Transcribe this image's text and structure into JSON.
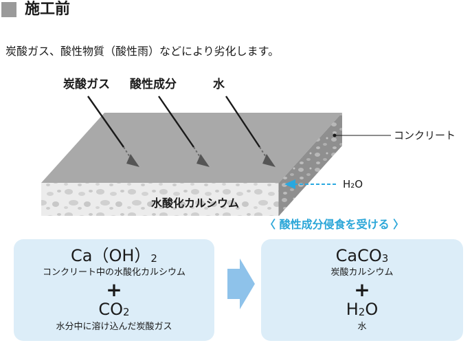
{
  "heading": {
    "title": "施工前"
  },
  "intro": {
    "text": "炭酸ガス、酸性物質（酸性雨）などにより劣化します。"
  },
  "inputs": {
    "co2": "炭酸ガス",
    "acid": "酸性成分",
    "water": "水"
  },
  "slab": {
    "label": "水酸化カルシウム",
    "concrete_label": "コンクリート",
    "water_label": "H₂O"
  },
  "attack_label": "〈 酸性成分侵食を受ける 〉",
  "left_box": {
    "formula_main": "Ca（OH）",
    "formula_sub": "2",
    "formula_desc": "コンクリート中の水酸化カルシウム",
    "plus": "+",
    "second_main": "CO",
    "second_sub": "2",
    "second_desc": "水分中に溶け込んだ炭酸ガス"
  },
  "right_box": {
    "formula_main": "CaCO",
    "formula_sub": "3",
    "formula_desc": "炭酸カルシウム",
    "plus": "+",
    "second_main": "H",
    "second_sub": "2",
    "second_tail": "O",
    "second_desc": "水"
  },
  "colors": {
    "slab_top": "#a8a8a8",
    "slab_front": "#e6e6e6",
    "slab_side": "#8a8a8a",
    "aggregate": "#c9c9c9",
    "water_arrow": "#29a8e0",
    "box_fill": "#dcedf8",
    "transition_arrow": "#8ec2ea"
  }
}
